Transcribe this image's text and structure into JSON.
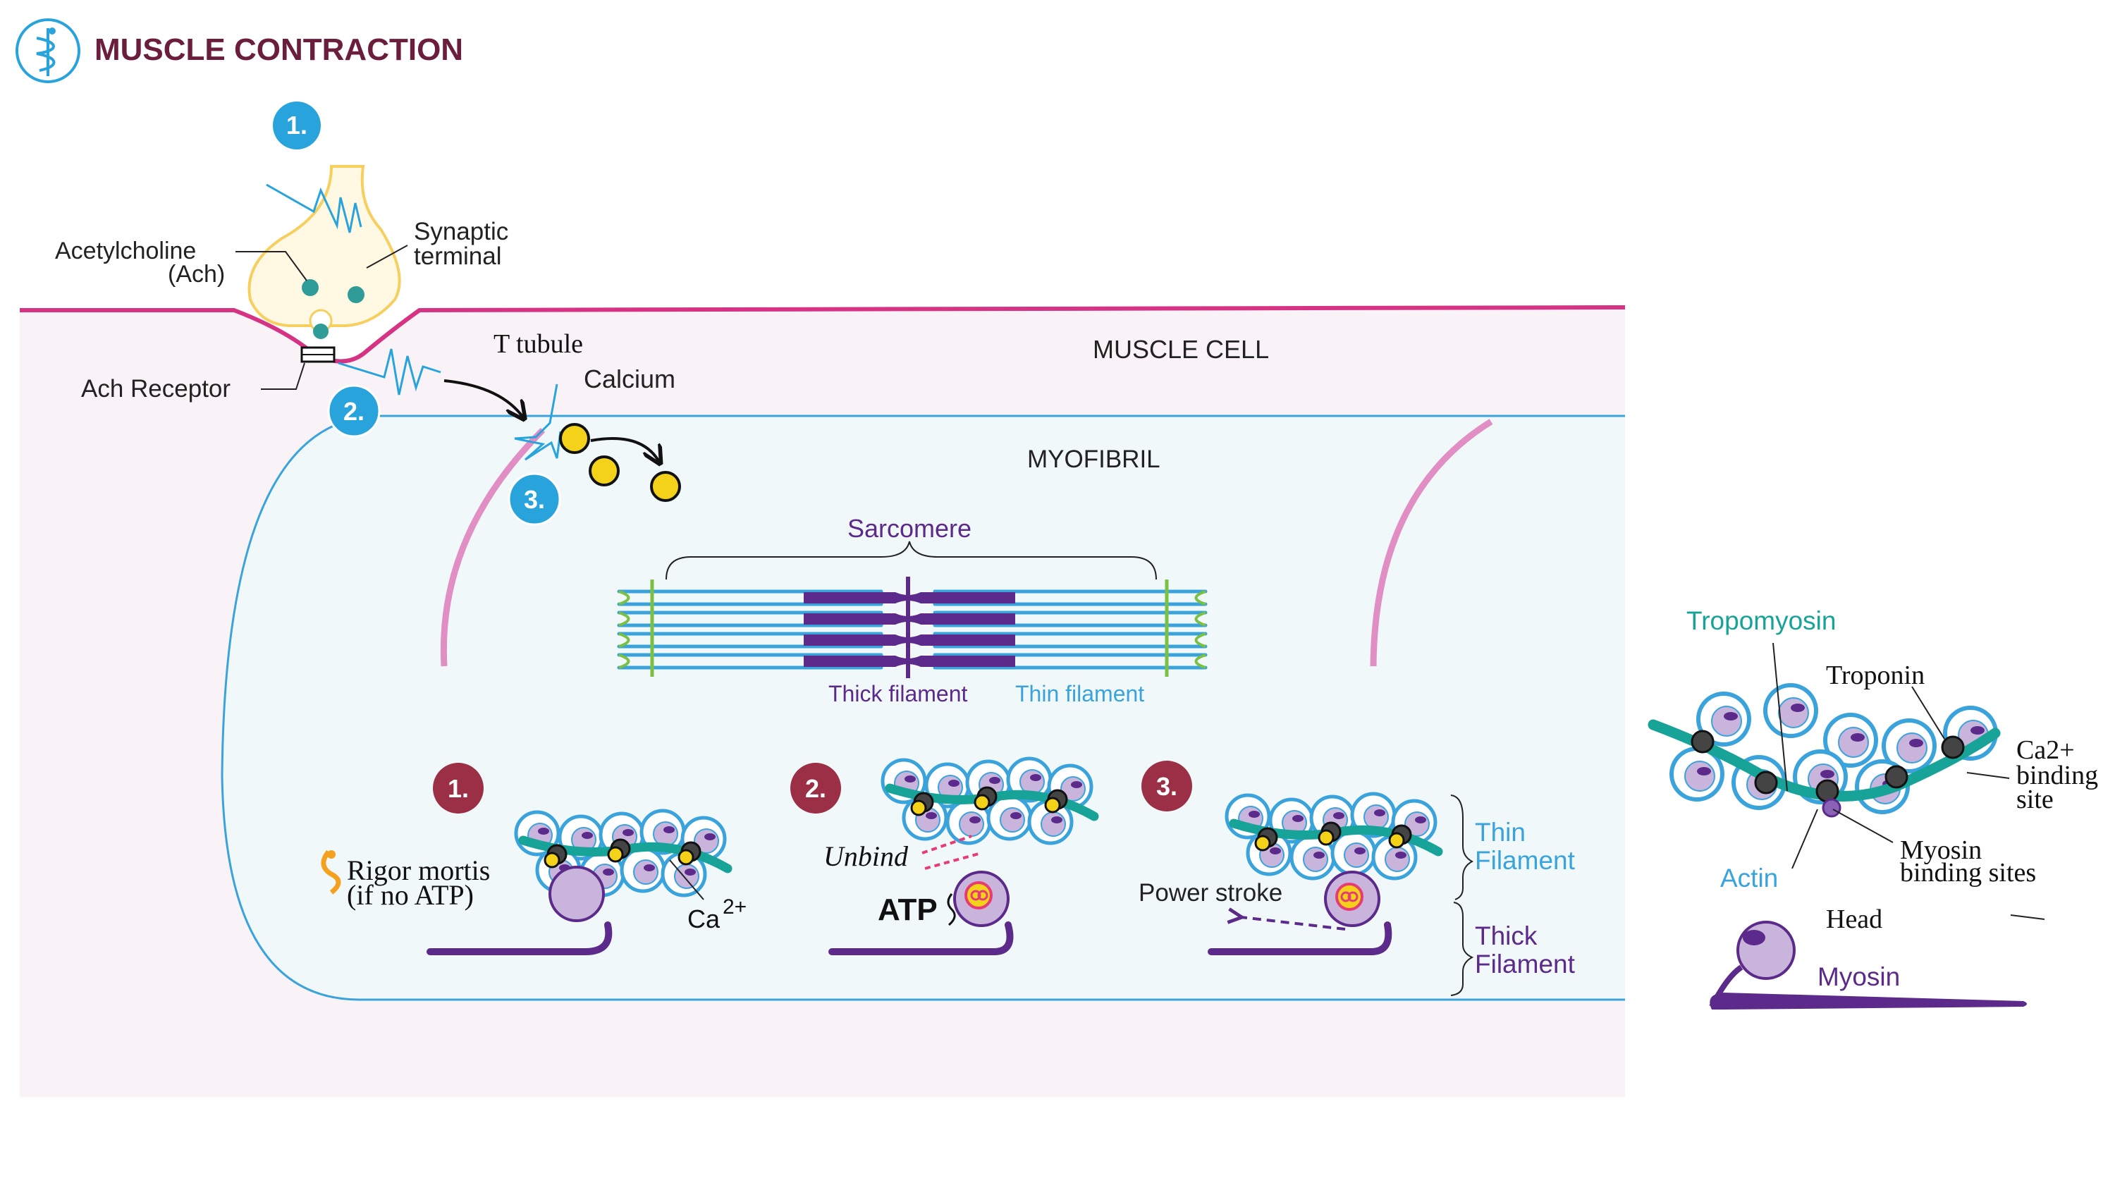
{
  "header": {
    "title": "MUSCLE CONTRACTION",
    "logo_icon": "caduceus-icon"
  },
  "steps": {
    "nerve": {
      "step1": "1.",
      "step2": "2.",
      "step3": "3."
    },
    "cycle": {
      "step1": "1.",
      "step2": "2.",
      "step3": "3."
    }
  },
  "labels": {
    "acetylcholine": "Acetylcholine",
    "ach": "(Ach)",
    "synaptic": "Synaptic",
    "terminal": "terminal",
    "ach_receptor": "Ach Receptor",
    "t_tubule": "T tubule",
    "calcium": "Calcium",
    "muscle_cell": "MUSCLE CELL",
    "myofibril": "MYOFIBRIL",
    "sarcomere": "Sarcomere",
    "thick_filament": "Thick filament",
    "thin_filament": "Thin filament",
    "rigor_line1": "Rigor mortis",
    "rigor_line2": "(if no ATP)",
    "ca": "Ca",
    "ca_sup": "2+",
    "unbind": "Unbind",
    "atp": "ATP",
    "power_stroke": "Power stroke",
    "thin_bracket_1": "Thin",
    "thin_bracket_2": "Filament",
    "thick_bracket_1": "Thick",
    "thick_bracket_2": "Filament"
  },
  "legend": {
    "tropomyosin": "Tropomyosin",
    "troponin": "Troponin",
    "ca_binding_1": "Ca2+",
    "ca_binding_2": "binding",
    "ca_binding_3": "site",
    "actin": "Actin",
    "myosin_binding_1": "Myosin",
    "myosin_binding_2": "binding sites",
    "head": "Head",
    "myosin": "Myosin"
  },
  "colors": {
    "title": "#6b1d3c",
    "step_blue": "#29a3dc",
    "step_red": "#9a2f45",
    "membrane": "#d63384",
    "cell_fill": "#f9f3f8",
    "myofibril_fill": "#f1f8f9",
    "myofibril_edge": "#3aa3dc",
    "actin": "#3aa3dc",
    "myosin": "#5b2a8a",
    "tropomyosin": "#17a397",
    "calcium": "#f4d21a",
    "z_line": "#7ac043",
    "sr": "#e08ec4",
    "unbind": "#e63c73",
    "rigor": "#f3a11f"
  }
}
